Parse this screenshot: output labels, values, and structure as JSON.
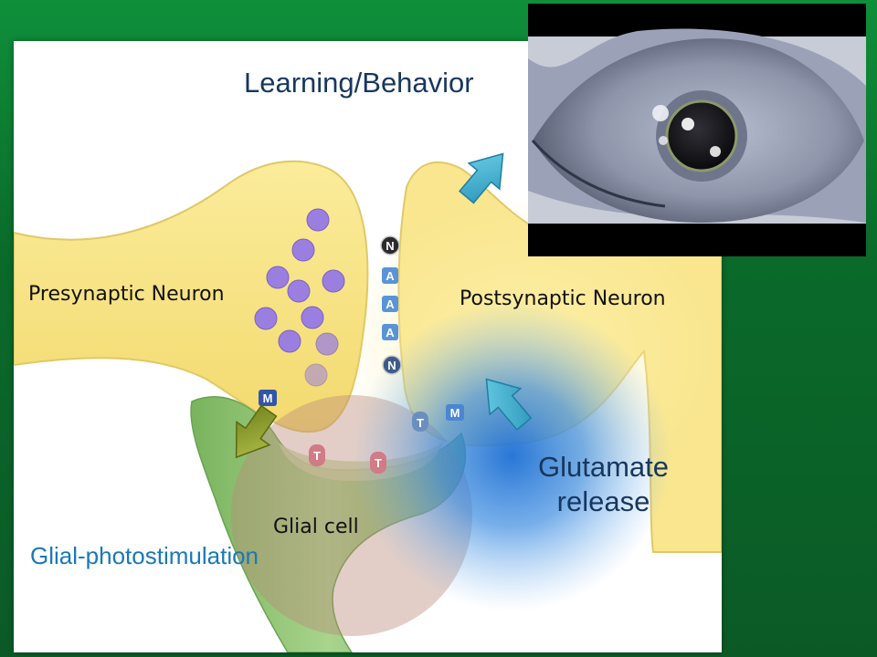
{
  "title": "Learning/Behavior",
  "labels": {
    "presynaptic": "Presynaptic Neuron",
    "postsynaptic": "Postsynaptic Neuron",
    "glial_cell": "Glial cell",
    "glutamate": "Glutamate release",
    "photostimulation": "Glial-photostimulation"
  },
  "receptors": {
    "n_top": "N",
    "a1": "A",
    "a2": "A",
    "a3": "A",
    "n_bottom": "N",
    "m_left": "M",
    "m_right": "M",
    "t_post": "T",
    "t_glial_1": "T",
    "t_glial_2": "T"
  },
  "colors": {
    "background_green": "#0a6a2a",
    "neuron_yellow": "#f7e58a",
    "vesicle_purple": "#9b7fe0",
    "glial_green": "#8cbf6e",
    "glow_blue": "#2a7ad8",
    "arrow_teal": "#3fb0d0",
    "arrow_olive": "#8a9a2a",
    "title_navy": "#17375e",
    "caption_blue": "#1a78b8"
  },
  "icons": [
    "eye-photo"
  ]
}
